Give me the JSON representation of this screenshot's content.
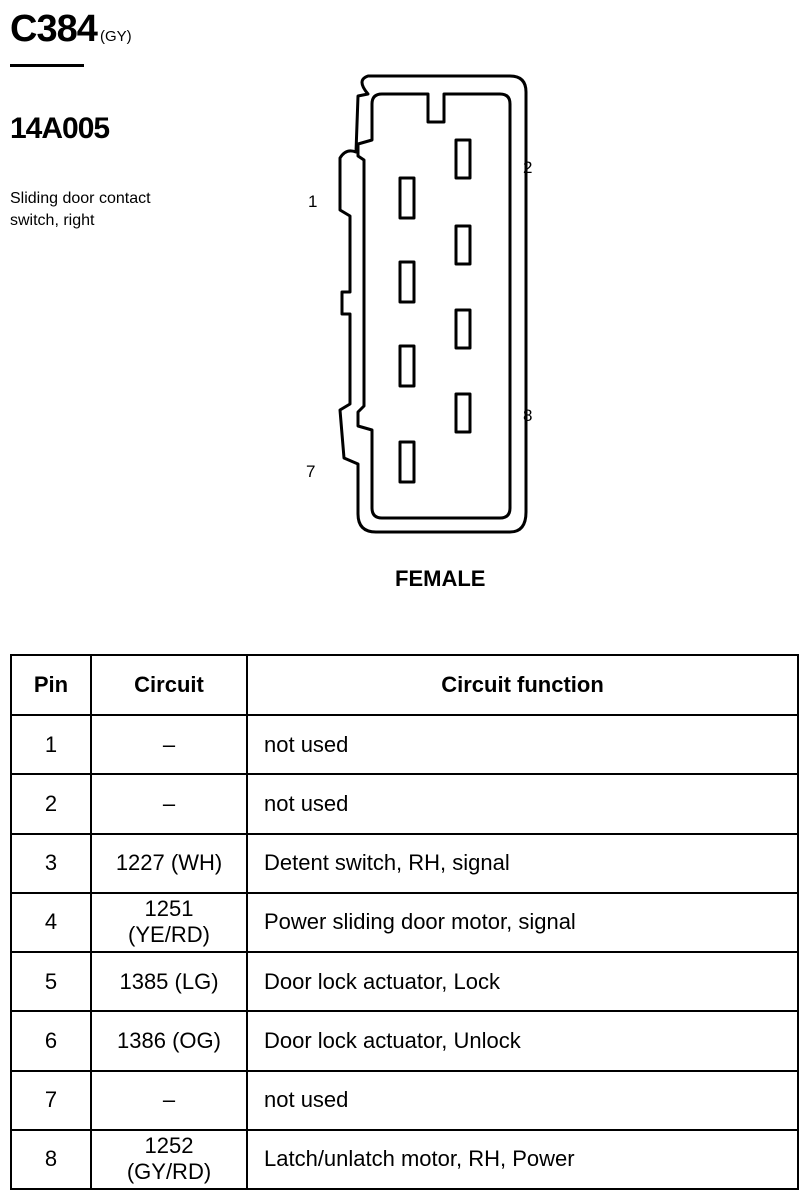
{
  "connector": {
    "id": "C384",
    "color": "(GY)",
    "part_number": "14A005",
    "description": "Sliding door contact switch, right",
    "gender": "FEMALE",
    "pin_labels": [
      "1",
      "2",
      "8",
      "7"
    ]
  },
  "table": {
    "headers": [
      "Pin",
      "Circuit",
      "Circuit function"
    ],
    "rows": [
      {
        "pin": "1",
        "circuit": "–",
        "function": "not used"
      },
      {
        "pin": "2",
        "circuit": "–",
        "function": "not used"
      },
      {
        "pin": "3",
        "circuit": "1227 (WH)",
        "function": "Detent switch, RH, signal"
      },
      {
        "pin": "4",
        "circuit": "1251 (YE/RD)",
        "function": "Power sliding door motor, signal"
      },
      {
        "pin": "5",
        "circuit": "1385 (LG)",
        "function": "Door lock actuator, Lock"
      },
      {
        "pin": "6",
        "circuit": "1386 (OG)",
        "function": "Door lock actuator, Unlock"
      },
      {
        "pin": "7",
        "circuit": "–",
        "function": "not used"
      },
      {
        "pin": "8",
        "circuit": "1252 (GY/RD)",
        "function": "Latch/unlatch motor, RH, Power"
      }
    ]
  }
}
